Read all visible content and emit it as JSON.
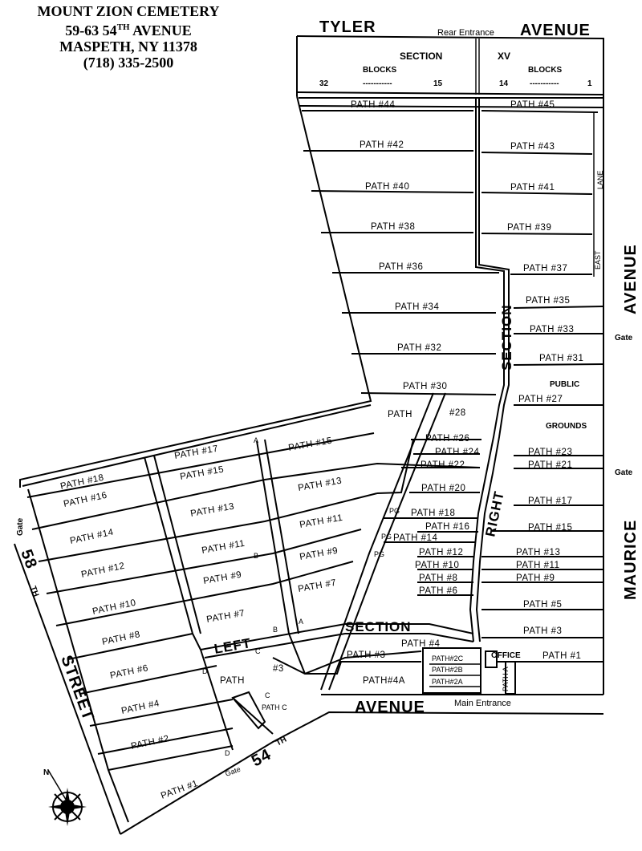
{
  "header": {
    "name": "MOUNT ZION CEMETERY",
    "address1_pre": "59-63 54",
    "address1_sup": "TH",
    "address1_post": " AVENUE",
    "address2": "MASPETH, NY 11378",
    "phone": "(718) 335-2500"
  },
  "streets": {
    "tyler": "TYLER",
    "avenue_top": "AVENUE",
    "rear_entrance": "Rear Entrance",
    "maurice": "MAURICE",
    "avenue_right": "AVENUE",
    "street_58": "58",
    "street_58_sup": "TH",
    "street_word": "STREET",
    "street_54": "54",
    "street_54_sup": "TH",
    "avenue_bottom": "AVENUE",
    "main_entrance": "Main Entrance",
    "gate": "Gate",
    "east_lane_1": "LANE",
    "east_lane_2": "EAST"
  },
  "section_xv": {
    "section": "SECTION",
    "xv": "XV",
    "blocks": "BLOCKS",
    "dashes": "-----------",
    "b32": "32",
    "b15": "15",
    "b14": "14",
    "b1": "1"
  },
  "sections": {
    "right": "RIGHT",
    "section": "SECTION",
    "left": "LEFT"
  },
  "areas": {
    "public": "PUBLIC",
    "grounds": "GROUNDS",
    "pg": "PG",
    "office": "OFFICE"
  },
  "paths": {
    "p44": "PATH #44",
    "p45": "PATH #45",
    "p42": "PATH #42",
    "p43": "PATH #43",
    "p40": "PATH #40",
    "p41": "PATH #41",
    "p38": "PATH #38",
    "p39": "PATH #39",
    "p36": "PATH #36",
    "p37": "PATH #37",
    "p34": "PATH #34",
    "p35": "PATH #35",
    "p33": "PATH #33",
    "p32": "PATH #32",
    "p31": "PATH #31",
    "p30": "PATH #30",
    "p27": "PATH #27",
    "p28_a": "PATH",
    "p28_b": "#28",
    "p26": "PATH #26",
    "p24": "PATH #24",
    "p23": "PATH #23",
    "p22": "PATH #22",
    "p21": "PATH #21",
    "p20": "PATH #20",
    "p17r": "PATH #17",
    "p18r": "PATH #18",
    "p16r": "PATH #16",
    "p15r": "PATH #15",
    "p14r": "PATH #14",
    "p12r": "PATH #12",
    "p13r": "PATH #13",
    "p10r": "PATH #10",
    "p11r": "PATH #11",
    "p8r": "PATH #8",
    "p9r": "PATH #9",
    "p6r": "PATH #6",
    "p5r": "PATH #5",
    "p3r": "PATH #3",
    "p4r": "PATH #4",
    "p1r": "PATH #1",
    "p3m": "PATH #3",
    "p4a": "PATH#4A",
    "p2c": "PATH#2C",
    "p2b": "PATH#2B",
    "p2a": "PATH#2A",
    "pathA": "PATH A",
    "p15l": "PATH #15",
    "p17l": "PATH #17",
    "p13l": "PATH #13",
    "p18l": "PATH #18",
    "p16l": "PATH #16",
    "p15l2": "PATH #15",
    "p13l2": "PATH #13",
    "p11l": "PATH #11",
    "p11l2": "PATH #11",
    "p14l": "PATH #14",
    "p12l": "PATH #12",
    "p9l": "PATH #9",
    "p9l2": "PATH #9",
    "p7l": "PATH #7",
    "p7l2": "PATH #7",
    "p10l": "PATH #10",
    "p8l": "PATH #8",
    "p6l": "PATH #6",
    "p4l": "PATH #4",
    "p2l": "PATH #2",
    "p1l": "PATH #1",
    "path_l3": "PATH",
    "p3l": "#3",
    "pathC": "PATH C",
    "lane_A": "A",
    "lane_B": "B",
    "lane_C": "C",
    "lane_D": "D",
    "lane_A2": "A",
    "lane_B2": "B",
    "lane_C2": "C",
    "lane_D2": "D"
  },
  "compass": {
    "north": "N"
  }
}
